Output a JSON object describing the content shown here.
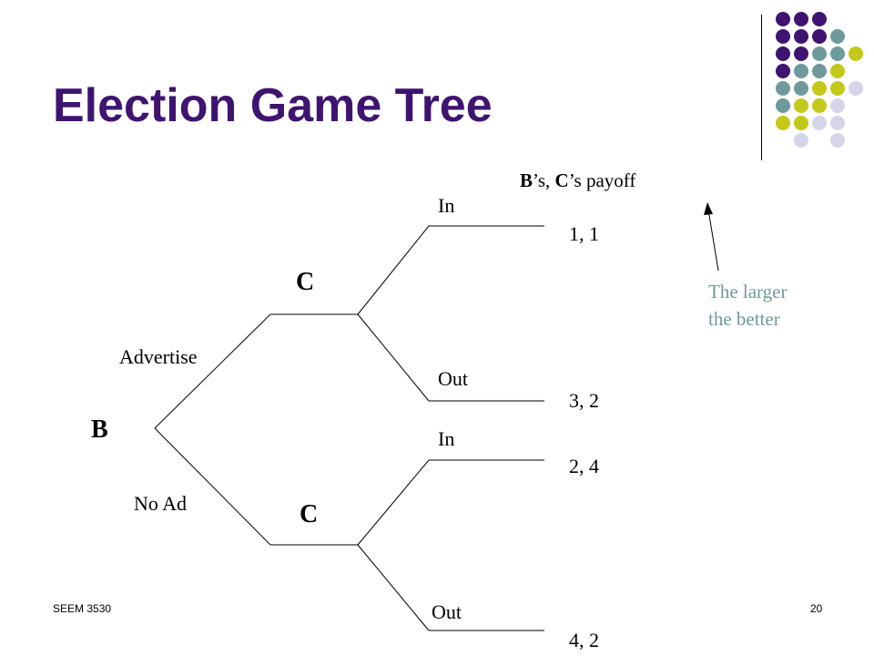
{
  "slide": {
    "title": "Election Game Tree",
    "footer_left": "SEEM 3530",
    "page_number": "20"
  },
  "tree": {
    "root_player": "B",
    "upper_player": "C",
    "lower_player": "C",
    "root_moves": {
      "upper": "Advertise",
      "lower": "No Ad"
    },
    "upper_moves": {
      "in": "In",
      "out": "Out"
    },
    "lower_moves": {
      "in": "In",
      "out": "Out"
    },
    "payoff_header": {
      "b": "B",
      "b_suffix": "’s, ",
      "c": "C",
      "c_suffix": "’s payoff"
    },
    "payoffs": [
      "1, 1",
      "3, 2",
      "2, 4",
      "4, 2"
    ]
  },
  "annotation": {
    "line1": "The larger",
    "line2": "the better"
  },
  "colors": {
    "title": "#3f1470",
    "purple": "#3f1470",
    "teal": "#6f9a9c",
    "lime": "#c3c81a",
    "lavender": "#d5d5ea"
  }
}
